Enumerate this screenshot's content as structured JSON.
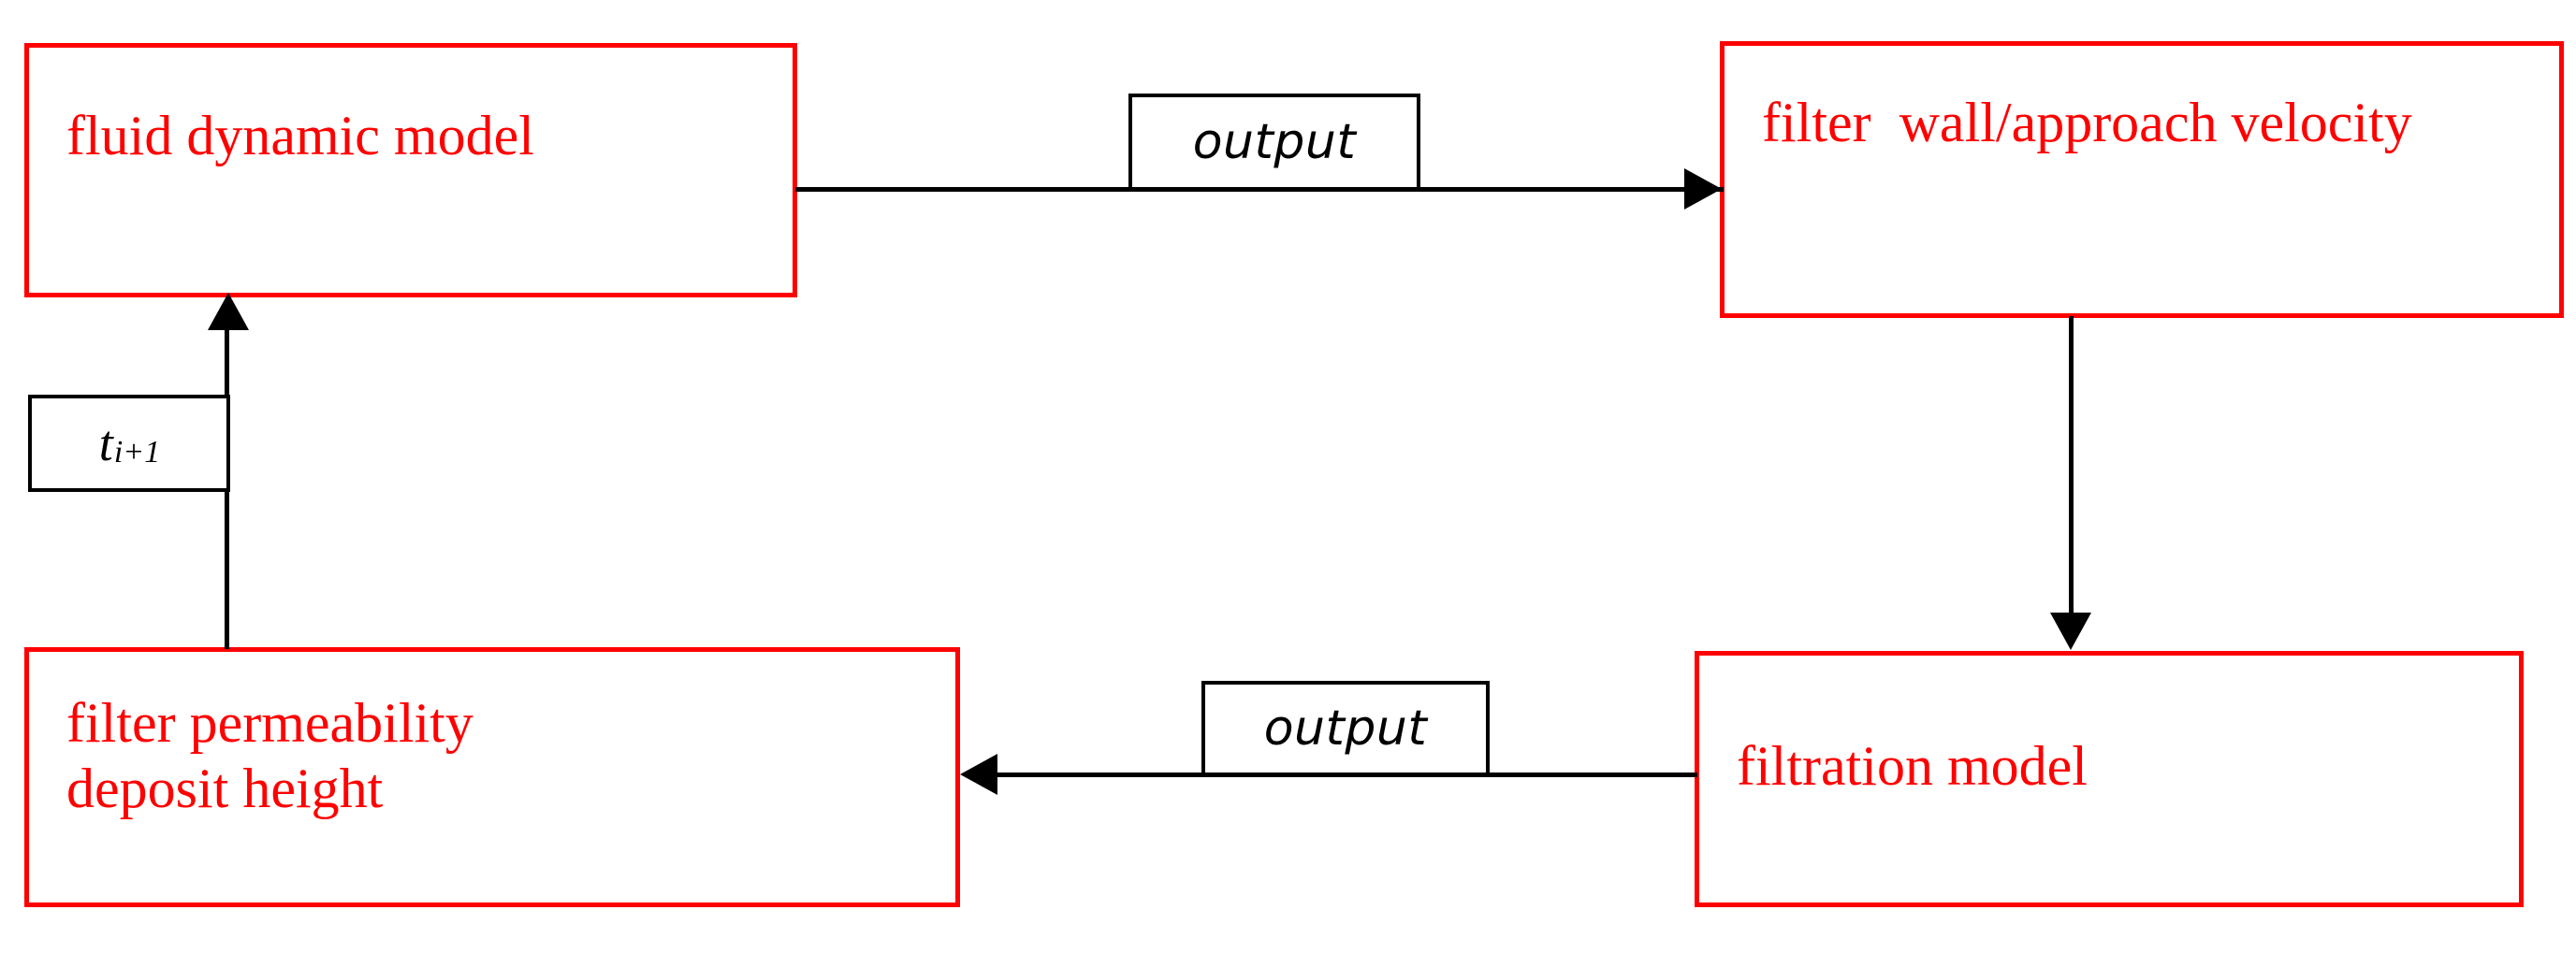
{
  "diagram": {
    "type": "flowchart-cycle",
    "background_color": "#ffffff",
    "node_color": "#ff0000",
    "connector_color": "#000000",
    "nodes": [
      {
        "id": "fluid-dynamic-model",
        "label": "fluid dynamic model"
      },
      {
        "id": "filter-wall-approach-velocity",
        "label": "filter  wall/approach velocity"
      },
      {
        "id": "filtration-model",
        "label": "filtration model"
      },
      {
        "id": "filter-permeability-deposit-height",
        "label": "filter permeability\ndeposit height"
      }
    ],
    "edge_labels": {
      "output_top": "output",
      "output_bottom": "output",
      "time_step_base": "t",
      "time_step_subscript": "i+1"
    },
    "edges": [
      {
        "from": "fluid-dynamic-model",
        "to": "filter-wall-approach-velocity",
        "label": "output",
        "direction": "right"
      },
      {
        "from": "filter-wall-approach-velocity",
        "to": "filtration-model",
        "label": "",
        "direction": "down"
      },
      {
        "from": "filtration-model",
        "to": "filter-permeability-deposit-height",
        "label": "output",
        "direction": "left"
      },
      {
        "from": "filter-permeability-deposit-height",
        "to": "fluid-dynamic-model",
        "label": "t i+1",
        "direction": "up"
      }
    ]
  }
}
